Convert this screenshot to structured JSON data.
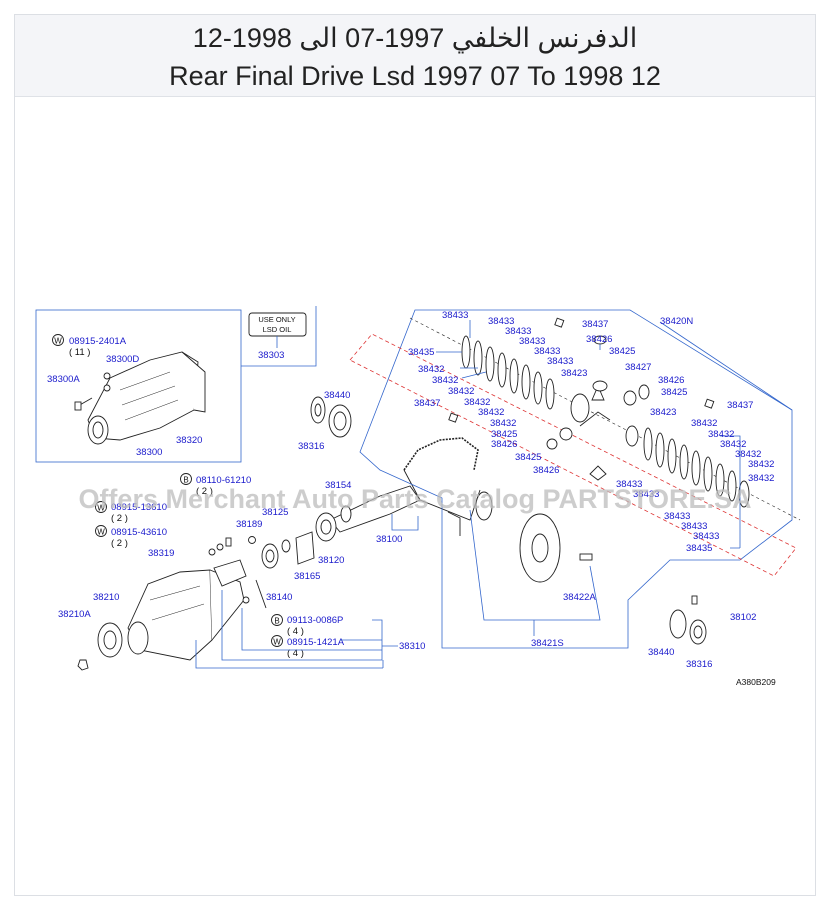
{
  "header": {
    "title_ar": "الدفرنس الخلفي 1997-07 الى 1998-12",
    "title_en": "Rear Final Drive Lsd 1997 07 To 1998 12"
  },
  "watermark": "Offers Merchant Auto Parts Catalog PARTSTORE.SA",
  "diagram_code": "A380B209",
  "note_box": {
    "line1": "USE  ONLY",
    "line2": "LSD  OIL"
  },
  "parts": {
    "p38303": "38303",
    "p08915_2401A": "08915-2401A",
    "q11": "( 11 )",
    "p38300D": "38300D",
    "p38300A": "38300A",
    "p38320": "38320",
    "p38300": "38300",
    "p38440a": "38440",
    "p38316a": "38316",
    "p08110_61210": "08110-61210",
    "q2a": "( 2 )",
    "p08915_13610": "08915-13610",
    "q2b": "( 2 )",
    "p08915_43610": "08915-43610",
    "q2c": "( 2 )",
    "p38319": "38319",
    "p38189": "38189",
    "p38125": "38125",
    "p38154": "38154",
    "p38100": "38100",
    "p38120": "38120",
    "p38165": "38165",
    "p38140": "38140",
    "p38210": "38210",
    "p38210A": "38210A",
    "p09113_0086P": "09113-0086P",
    "q4a": "( 4 )",
    "p08915_1421A": "08915-1421A",
    "q4b": "( 4 )",
    "p38310": "38310",
    "p38420N": "38420N",
    "p38421S": "38421S",
    "p38422A": "38422A",
    "p38102": "38102",
    "p38440b": "38440",
    "p38316b": "38316",
    "p38435a": "38435",
    "p38435b": "38435",
    "p38437a": "38437",
    "p38437b": "38437",
    "p38437c": "38437",
    "p38426a": "38426",
    "p38426b": "38426",
    "p38426c": "38426",
    "p38426d": "38426",
    "p38425a": "38425",
    "p38425b": "38425",
    "p38425c": "38425",
    "p38425d": "38425",
    "p38427": "38427",
    "p38423a": "38423",
    "p38423b": "38423",
    "p38433": "38433",
    "p38432": "38432"
  },
  "badges": {
    "W": "W",
    "B": "B"
  }
}
